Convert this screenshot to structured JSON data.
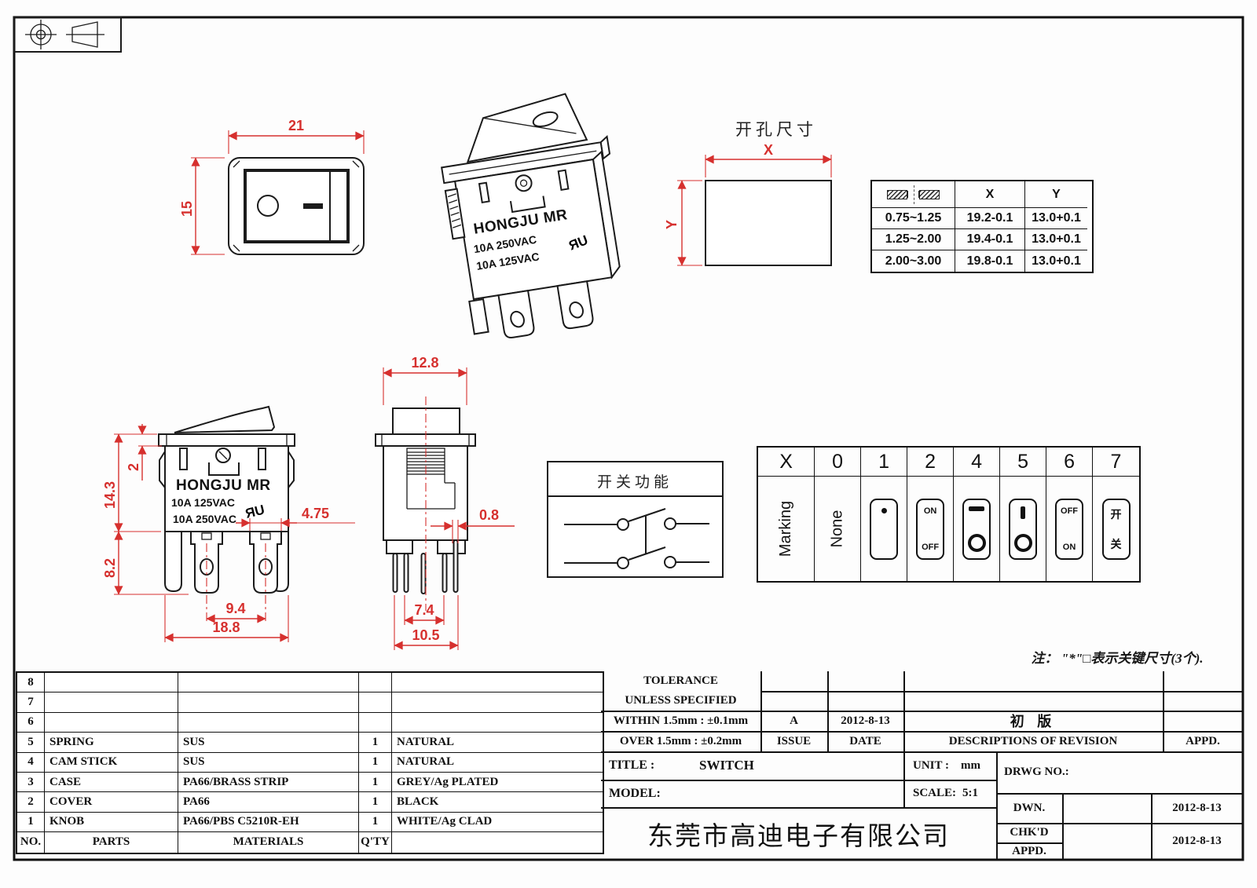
{
  "colors": {
    "dimension_red": "#d6302e",
    "line_black": "#1b1b1b"
  },
  "dims": {
    "front_width": "21",
    "front_height": "15",
    "cutout_x": "X",
    "cutout_y": "Y",
    "body_height": "14.3",
    "rocker_height": "2",
    "terminal_length": "8.2",
    "terminal_width": "4.75",
    "terminal_pitch": "9.4",
    "body_width": "18.8",
    "profile_width": "12.8",
    "pin_thickness": "0.8",
    "pin_pitch_inner": "7.4",
    "pin_pitch_outer": "10.5"
  },
  "views": {
    "cutout_title": "开孔尺寸",
    "function_title": "开关功能"
  },
  "brand": {
    "name": "HONGJU MR",
    "rating_a": "10A 125VAC",
    "rating_b": "10A 250VAC",
    "ul_mark": "ЯU"
  },
  "note": "注： \"*\"□表示关键尺寸(3个).",
  "thickness_table": {
    "header_x": "X",
    "header_y": "Y",
    "rows": [
      {
        "t": "0.75~1.25",
        "x": "19.2-0.1",
        "y": "13.0+0.1"
      },
      {
        "t": "1.25~2.00",
        "x": "19.4-0.1",
        "y": "13.0+0.1"
      },
      {
        "t": "2.00~3.00",
        "x": "19.8-0.1",
        "y": "13.0+0.1"
      }
    ]
  },
  "marking_table": {
    "headers": [
      "X",
      "0",
      "1",
      "2",
      "4",
      "5",
      "6",
      "7"
    ],
    "row_label": "Marking",
    "none_label": "None",
    "on": "ON",
    "off": "OFF",
    "cn_on": "开",
    "cn_off": "关"
  },
  "parts_table": {
    "headers": {
      "no": "NO.",
      "parts": "PARTS",
      "materials": "MATERIALS",
      "qty": "Q'TY"
    },
    "rows": [
      {
        "no": "8",
        "parts": "",
        "materials": "",
        "qty": "",
        "color": ""
      },
      {
        "no": "7",
        "parts": "",
        "materials": "",
        "qty": "",
        "color": ""
      },
      {
        "no": "6",
        "parts": "",
        "materials": "",
        "qty": "",
        "color": ""
      },
      {
        "no": "5",
        "parts": "SPRING",
        "materials": "SUS",
        "qty": "1",
        "color": "NATURAL"
      },
      {
        "no": "4",
        "parts": "CAM STICK",
        "materials": "SUS",
        "qty": "1",
        "color": "NATURAL"
      },
      {
        "no": "3",
        "parts": "CASE",
        "materials": "PA66/BRASS STRIP",
        "qty": "1",
        "color": "GREY/Ag PLATED"
      },
      {
        "no": "2",
        "parts": "COVER",
        "materials": "PA66",
        "qty": "1",
        "color": "BLACK"
      },
      {
        "no": "1",
        "parts": "KNOB",
        "materials": "PA66/PBS C5210R-EH",
        "qty": "1",
        "color": "WHITE/Ag CLAD"
      }
    ]
  },
  "tolerance_block": {
    "line1": "TOLERANCE",
    "line2": "UNLESS  SPECIFIED",
    "within": "WITHIN 1.5mm : ±0.1mm",
    "over": "OVER 1.5mm : ±0.2mm",
    "issue_value": "A",
    "issue_label": "ISSUE",
    "date_value": "2012-8-13",
    "date_label": "DATE",
    "revision": "初 版",
    "desc_label": "DESCRIPTIONS OF REVISION",
    "appd_label": "APPD."
  },
  "title_block": {
    "title_label": "TITLE :",
    "title_value": "SWITCH",
    "unit_label": "UNIT :",
    "unit_value": "mm",
    "drwg_label": "DRWG NO.:",
    "model_label": "MODEL:",
    "scale_label": "SCALE:",
    "scale_value": "5:1",
    "company": "东莞市高迪电子有限公司",
    "dwn_label": "DWN.",
    "dwn_date": "2012-8-13",
    "chkd_label": "CHK'D",
    "appd_label": "APPD.",
    "chkd_appd_date": "2012-8-13"
  }
}
